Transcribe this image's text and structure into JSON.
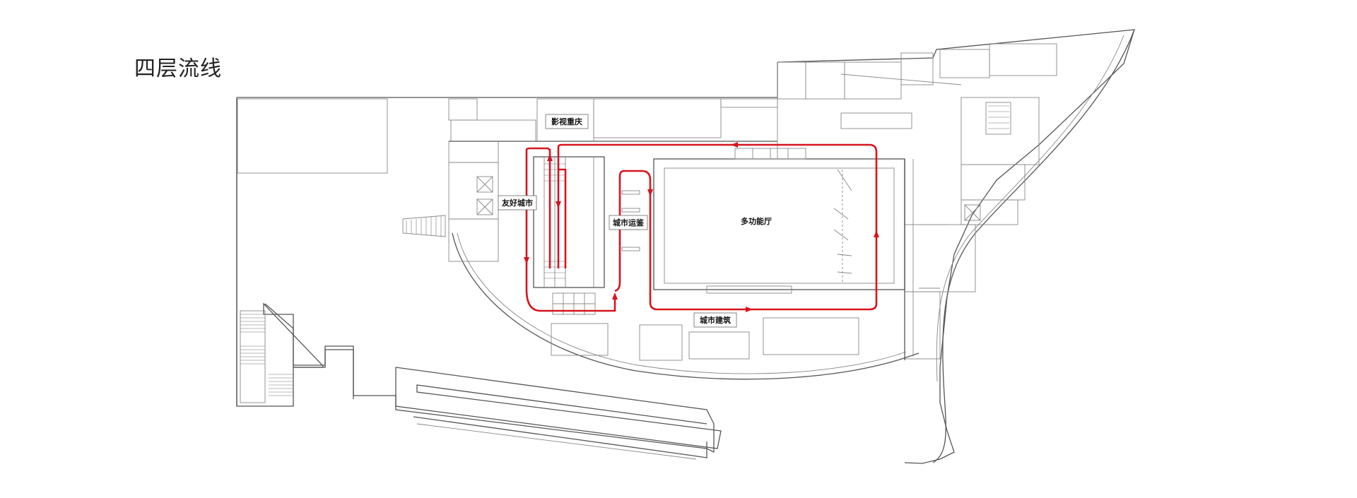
{
  "title": "四层流线",
  "labels": {
    "movie_chongqing": "影视重庆",
    "friendly_city": "友好城市",
    "city_review": "城市运鉴",
    "multi_hall": "多功能厅",
    "city_architecture": "城市建筑"
  },
  "colors": {
    "flow": "#d7141e",
    "walls": "#555555"
  }
}
